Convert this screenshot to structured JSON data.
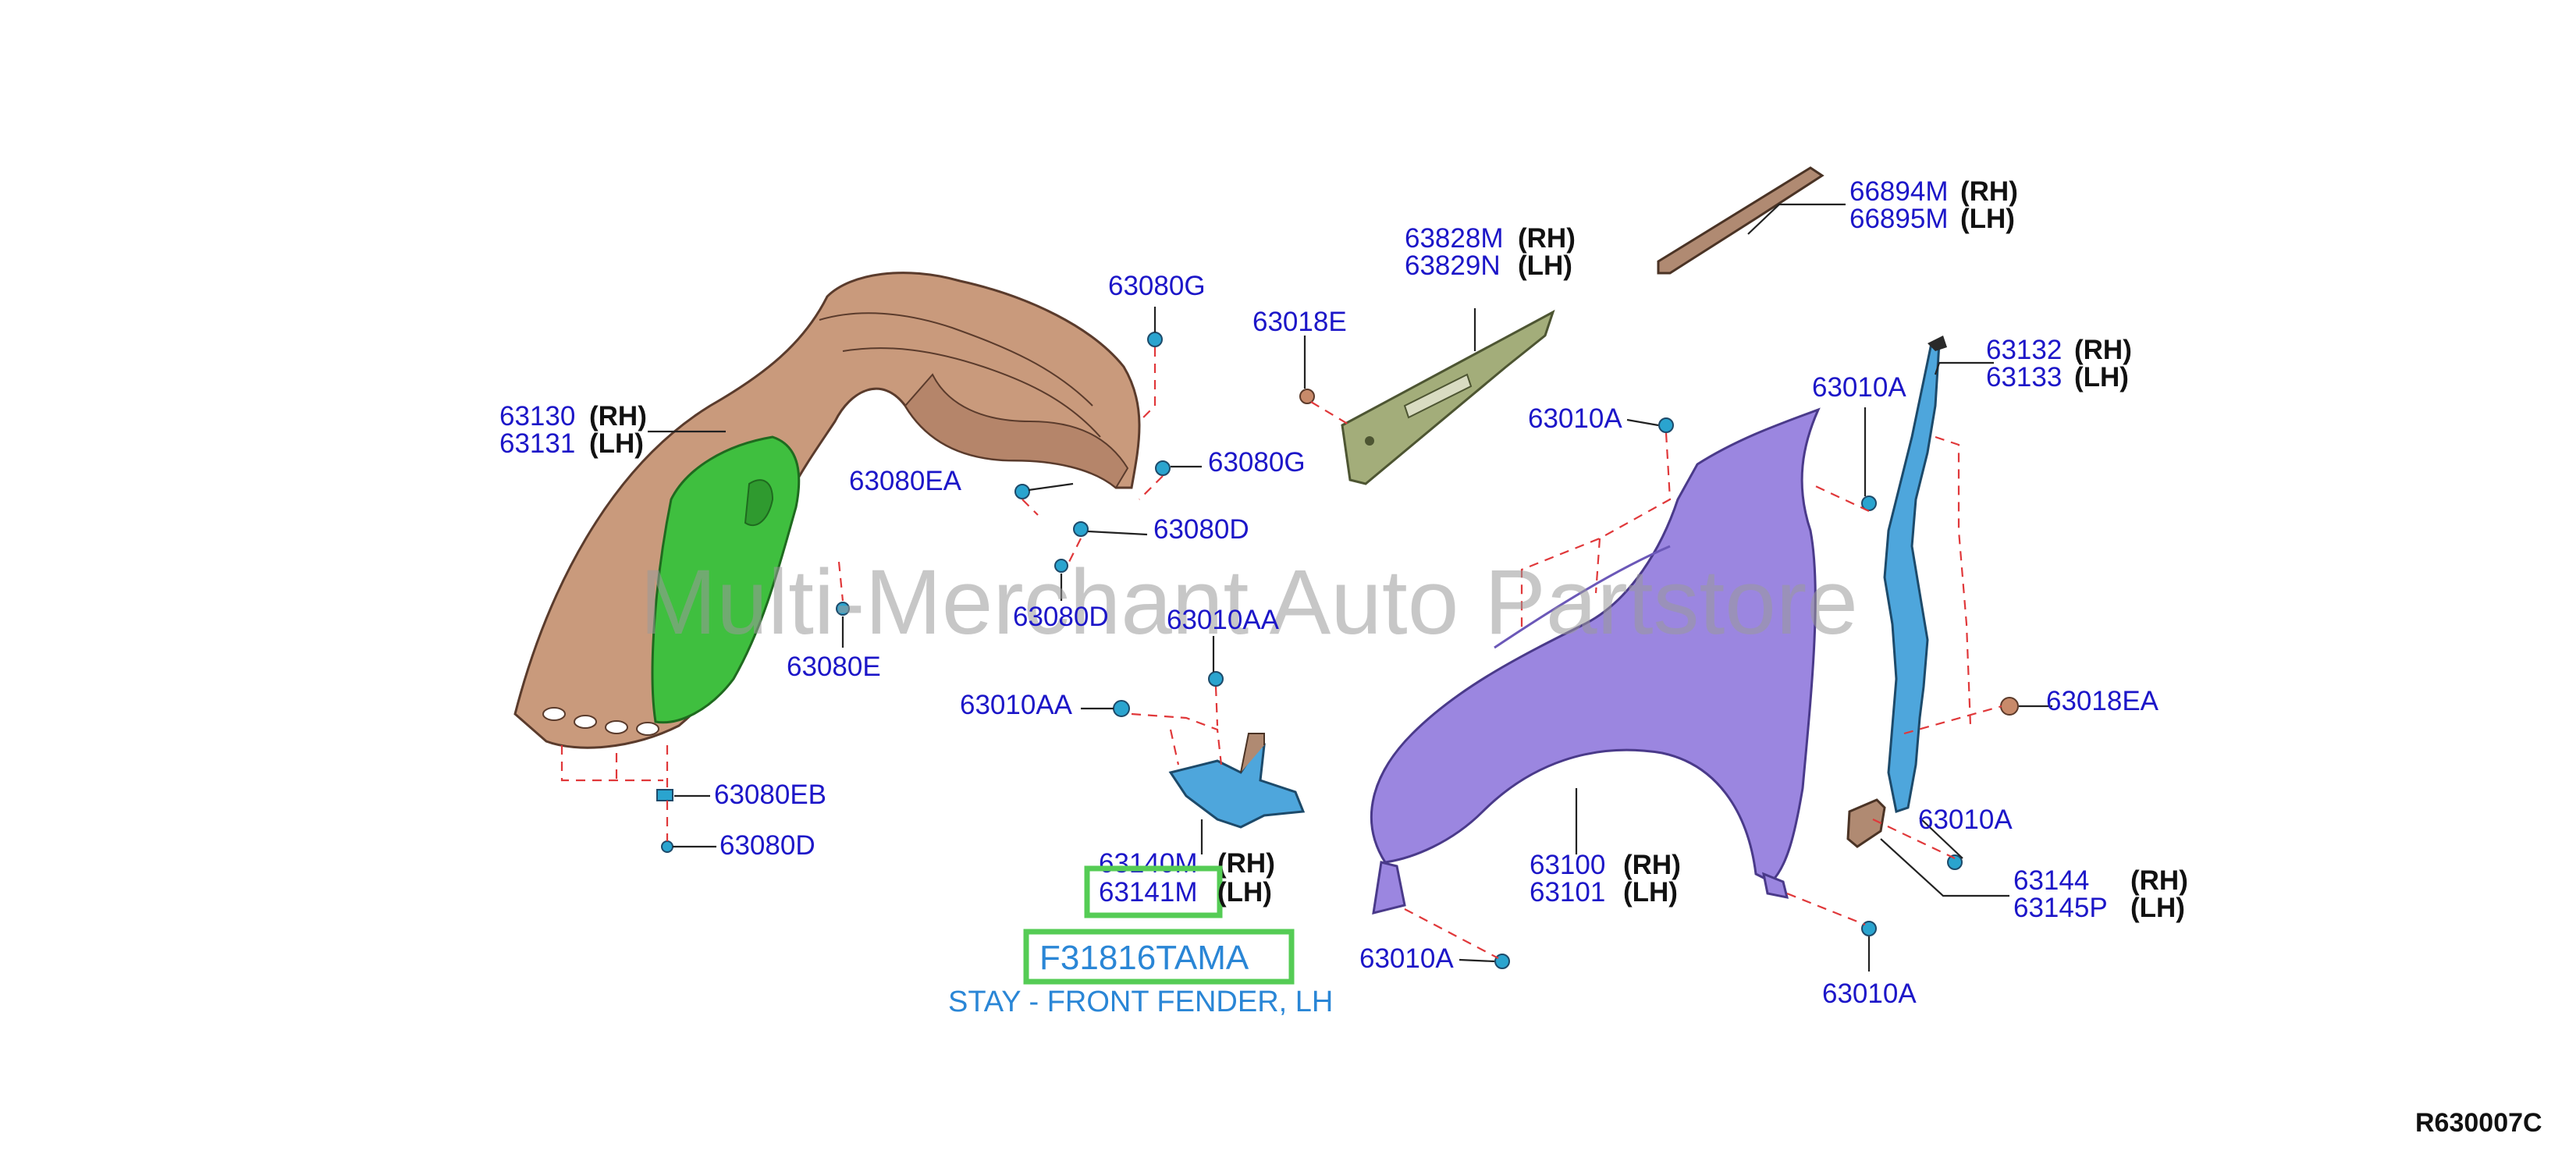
{
  "diagram_code": "R630007C",
  "watermark": "Multi-Merchant Auto Partstore",
  "colors": {
    "part_number": "#1c16c8",
    "highlight_box": "#55cc55",
    "highlight_text": "#2a86d6",
    "leader_dash": "#e0383a",
    "fender": "#9b86e0",
    "liner": "#c99a7c",
    "liner_insert": "#3fbf3f",
    "stay": "#4ea6dc",
    "seal": "#a3ad7a"
  },
  "highlight": {
    "part_number": "F31816TAMA",
    "description": "STAY - FRONT FENDER, LH",
    "boxed_ref": "63141M"
  },
  "callouts": [
    {
      "id": "63130",
      "numbers": [
        "63130",
        "63131"
      ],
      "sides": [
        "(RH)",
        "(LH)"
      ]
    },
    {
      "id": "63080G_top",
      "numbers": [
        "63080G"
      ]
    },
    {
      "id": "63080G_mid",
      "numbers": [
        "63080G"
      ]
    },
    {
      "id": "63080EA",
      "numbers": [
        "63080EA"
      ]
    },
    {
      "id": "63080D_a",
      "numbers": [
        "63080D"
      ]
    },
    {
      "id": "63080D_b",
      "numbers": [
        "63080D"
      ]
    },
    {
      "id": "63080E",
      "numbers": [
        "63080E"
      ]
    },
    {
      "id": "63080EB",
      "numbers": [
        "63080EB"
      ]
    },
    {
      "id": "63080D_c",
      "numbers": [
        "63080D"
      ]
    },
    {
      "id": "63828M",
      "numbers": [
        "63828M",
        "63829N"
      ],
      "sides": [
        "(RH)",
        "(LH)"
      ]
    },
    {
      "id": "63018E",
      "numbers": [
        "63018E"
      ]
    },
    {
      "id": "66894M",
      "numbers": [
        "66894M",
        "66895M"
      ],
      "sides": [
        "(RH)",
        "(LH)"
      ]
    },
    {
      "id": "63010A_top",
      "numbers": [
        "63010A"
      ]
    },
    {
      "id": "63010A_right",
      "numbers": [
        "63010A"
      ]
    },
    {
      "id": "63132",
      "numbers": [
        "63132",
        "63133"
      ],
      "sides": [
        "(RH)",
        "(LH)"
      ]
    },
    {
      "id": "63010AA_top",
      "numbers": [
        "63010AA"
      ]
    },
    {
      "id": "63010AA_left",
      "numbers": [
        "63010AA"
      ]
    },
    {
      "id": "63140M",
      "numbers": [
        "63140M",
        "63141M"
      ],
      "sides": [
        "(RH)",
        "(LH)"
      ]
    },
    {
      "id": "63018EA",
      "numbers": [
        "63018EA"
      ]
    },
    {
      "id": "63100",
      "numbers": [
        "63100",
        "63101"
      ],
      "sides": [
        "(RH)",
        "(LH)"
      ]
    },
    {
      "id": "63010A_mid",
      "numbers": [
        "63010A"
      ]
    },
    {
      "id": "63144",
      "numbers": [
        "63144",
        "63145P"
      ],
      "sides": [
        "(RH)",
        "(LH)"
      ]
    },
    {
      "id": "63010A_bottom_left",
      "numbers": [
        "63010A"
      ]
    },
    {
      "id": "63010A_bottom_right",
      "numbers": [
        "63010A"
      ]
    }
  ]
}
